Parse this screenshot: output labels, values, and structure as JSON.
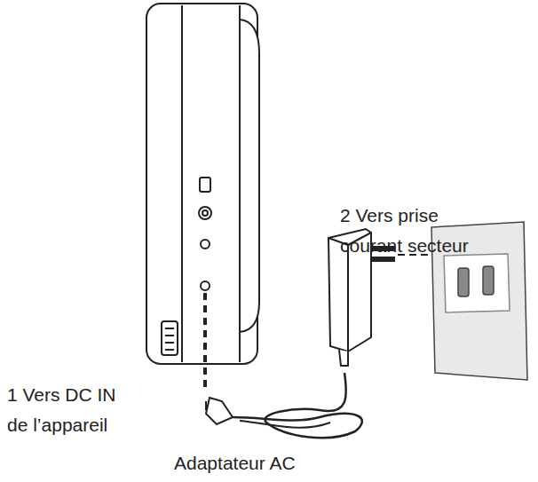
{
  "diagram": {
    "labels": [
      "2 Vers prise courant secteur",
      "1 Vers DC IN de l’appareil",
      "Adaptateur AC"
    ]
  }
}
